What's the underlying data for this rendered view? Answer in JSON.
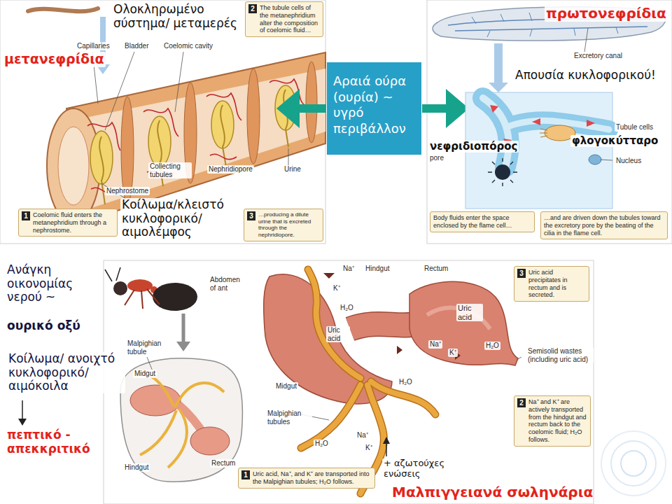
{
  "diagram": {
    "nodes": [
      {
        "text": [
          "Αραιά ούρα (ουρία) ~ υγρό περιβάλλον"
        ]
      },
      {
        "text": [
          "2",
          "The tubule cells of the metanephridium alter the composition of coelomic fluid…"
        ]
      },
      {
        "text": [
          "1",
          "Coelomic fluid enters the metanephridium through a nephrostome."
        ]
      },
      {
        "text": [
          "3",
          "…producing a dilute urine that is excreted through the nephridiopore."
        ]
      },
      {
        "text": [
          "Body fluids enter the space enclosed by the flame cell…"
        ]
      },
      {
        "text": [
          "…and are driven down the tubules toward the excretory pore by the beating of the cilia in the flame cell."
        ]
      },
      {
        "text": [
          "3",
          "Uric acid precipitates in rectum and is secreted."
        ]
      },
      {
        "text": [
          "2",
          "Na⁺ and K⁺ are actively transported from the hindgut and rectum back to the coelomic fluid; H₂O follows."
        ]
      },
      {
        "text": [
          "1",
          "Uric acid, Na⁺, and K⁺ are transported into the Malpighian tubules; H₂O follows."
        ]
      }
    ],
    "labels": [
      "Ολοκληρωμένο σύστημα/ μεταμερές",
      "μετανεφρίδια",
      "Capillaries",
      "Bladder",
      "Coelomic cavity",
      "Collecting tubules",
      "Nephridiopore",
      "Urine",
      "Nephrostome",
      "Κοίλωμα/κλειστό κυκλοφορικό/ αιμολέμφος",
      "πρωτονεφρίδια",
      "Excretory canal",
      "Απουσία κυκλοφορικού!",
      "Tubule cells",
      "φλογοκύτταρο",
      "Nucleus",
      "νεφριδιοπόρος",
      "pore",
      "Ανάγκη οικονομίας νερού ~",
      "ουρικό οξύ",
      "Κοίλωμα/ ανοιχτό κυκλοφορικό/ αιμόκοιλα",
      "πεπτικό - απεκκριτικό",
      "Abdomen of ant",
      "Malpighian tubule",
      "Midgut",
      "Hindgut",
      "Rectum",
      "Na⁺",
      "K⁺",
      "H₂O",
      "Uric acid",
      "Hindgut",
      "Rectum",
      "Uric acid",
      "H₂O",
      "Semisolid wastes (including uric acid)",
      "Midgut",
      "Malpighian tubules",
      "Na⁺",
      "K⁺",
      "H₂O",
      "H₂O",
      "Na⁺",
      "K⁺",
      "+ αζωτούχες ενώσεις",
      "Μαλπιγγειανά σωληνάρια"
    ]
  }
}
